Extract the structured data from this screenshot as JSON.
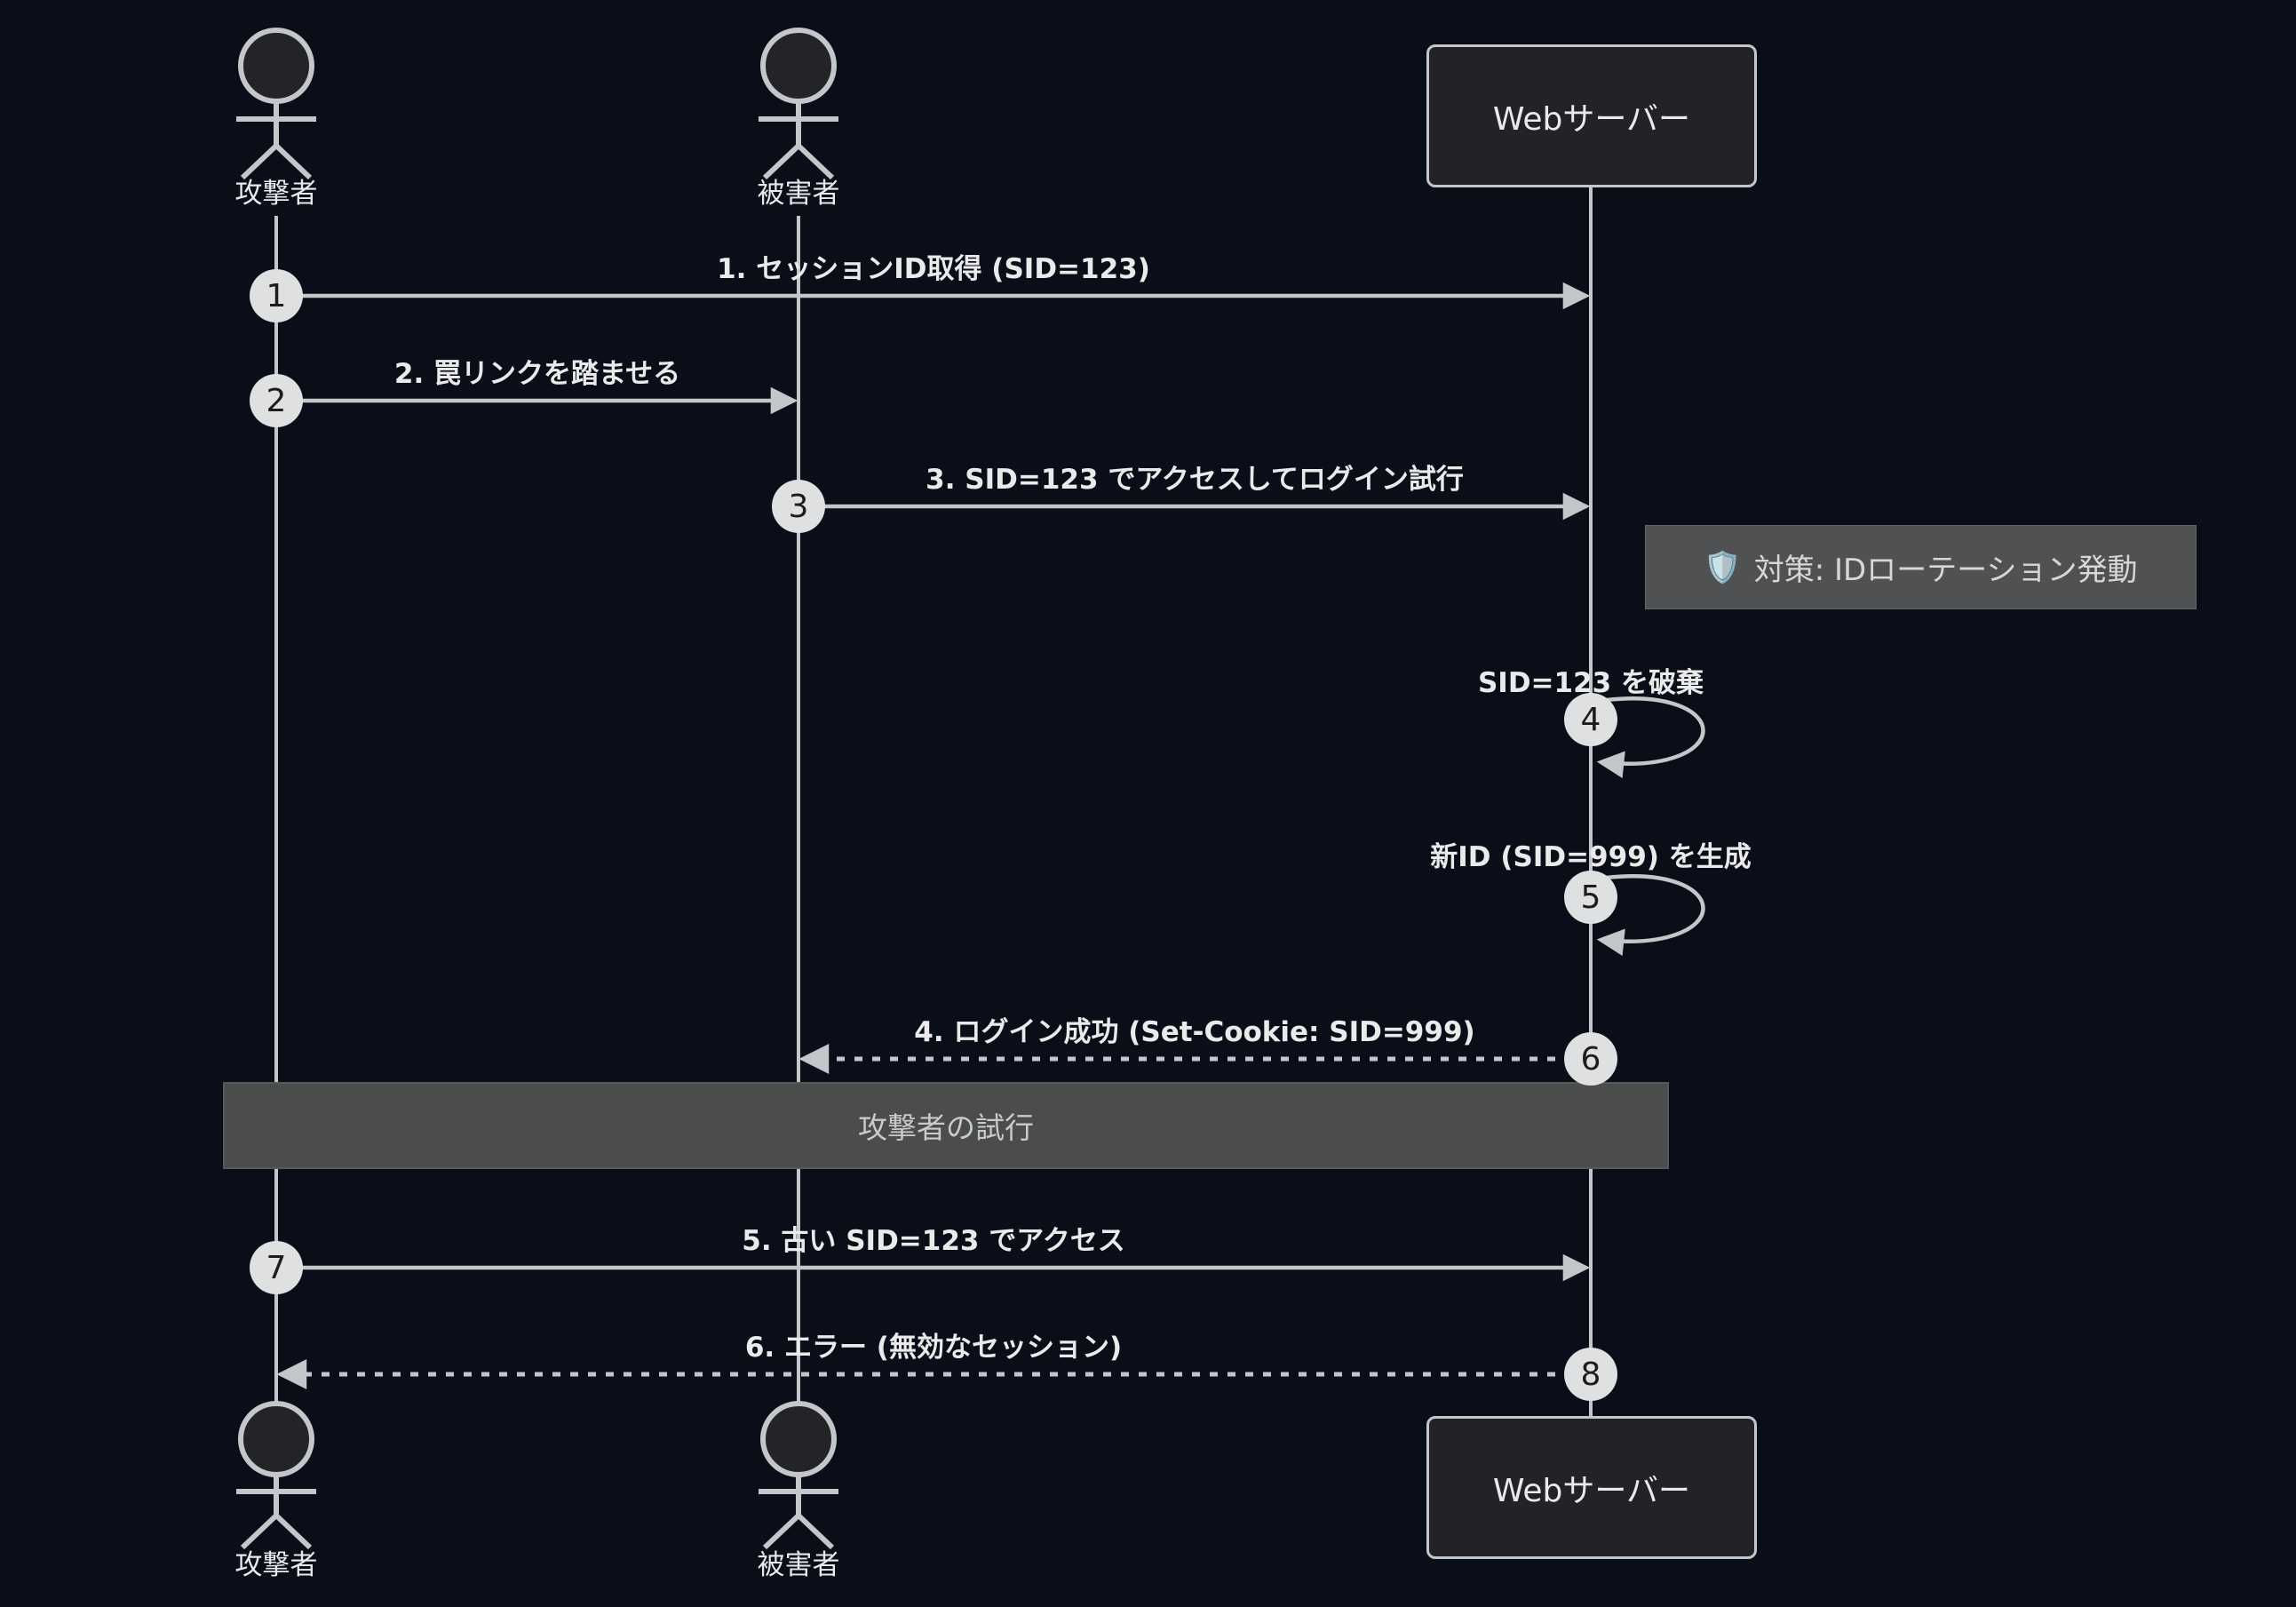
{
  "diagram": {
    "title_hint": "session-fixation-countermeasure-sequence",
    "actors": {
      "attacker": "攻撃者",
      "victim": "被害者",
      "server": "Webサーバー"
    },
    "messages": [
      "1. セッションID取得 (SID=123)",
      "2. 罠リンクを踏ませる",
      "3. SID=123 でアクセスしてログイン試行",
      "4. ログイン成功 (Set-Cookie: SID=999)",
      "5. 古い SID=123 でアクセス",
      "6. エラー (無効なセッション)"
    ],
    "self_messages": [
      "SID=123 を破棄",
      "新ID (SID=999) を生成"
    ],
    "note": {
      "icon": "🛡️",
      "text": "対策: IDローテーション発動"
    },
    "divider": "攻撃者の試行",
    "sequence_numbers": [
      "1",
      "2",
      "3",
      "4",
      "5",
      "6",
      "7",
      "8"
    ]
  },
  "colors": {
    "background": "#0a0e18",
    "line": "#c3c7ca",
    "message_text": "#eaeaea",
    "actor_box_fill": "#232327",
    "actor_head_fill": "#242428",
    "note_fill": "#4f5152",
    "divider_fill": "#4a4d4b",
    "badge_fill": "#dfe0e1",
    "badge_text": "#1c1c1c"
  }
}
